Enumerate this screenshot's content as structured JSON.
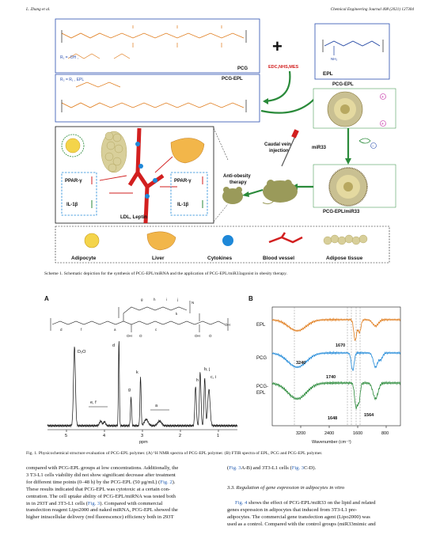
{
  "header": {
    "authors": "L. Zhang et al.",
    "journal": "Chemical Engineering Journal 408 (2021) 127304"
  },
  "scheme": {
    "pcg_label": "PCG",
    "epl_label": "EPL",
    "reagents": "EDC,NHS,MES",
    "pcg_epl_label": "PCG-EPL",
    "nanoparticle_top": "PCG-EPL",
    "mir_label": "miR33",
    "nanoparticle_bottom": "PCG-EPL/miR33",
    "injection": "Caudal vein\ninjection",
    "therapy": "Anti-obesity\ntherapy",
    "ppar_left": "PPAR-γ",
    "il_left": "IL-1β",
    "ppar_right": "PPAR-γ",
    "il_right": "IL-1β",
    "ldl": "LDL, Leptin",
    "legend": [
      "Adipocyte",
      "Liver",
      "Cytokines",
      "Blood vessel",
      "Adipose tissue"
    ],
    "caption": "Scheme 1.  Schematic depiction for the synthesis of PCG-EPL/miRNA and the application of PCG-EPL/miR33agonist in obesity therapy."
  },
  "figure1": {
    "panel_a": "A",
    "panel_b": "B",
    "nmr_peaks": {
      "d2o": "D₂O",
      "d": "d",
      "g": "g",
      "k": "k",
      "ef": "e, f",
      "a": "a",
      "h": "h",
      "bj": "b, j",
      "ci": "c, i"
    },
    "nmr_xticks": [
      "5",
      "4",
      "3",
      "2",
      "1"
    ],
    "nmr_xlabel": "ppm",
    "ftir_series": [
      "EPL",
      "PCG",
      "PCG-EPL"
    ],
    "ftir_annotations": [
      "3240",
      "1670",
      "1740",
      "1648",
      "1564"
    ],
    "ftir_xticks": [
      "3200",
      "2400",
      "1600",
      "800"
    ],
    "ftir_xlabel": "Wavenumber (cm⁻¹)",
    "caption": "Fig. 1.  Physicochemical structure evaluation of PCG-EPL polymer. (A) ¹H NMR spectra of PCG-EPL polymer. (B) FTIR spectra of EPL, PCG and PCG-EPL polymer."
  },
  "text": {
    "left_col": [
      "compared with PCG-EPL groups at low concentrations. Additionally, the",
      "3 T3-L1 cells viability did not show significant decrease after treatment",
      "for different time points (0–48 h) by the PCG-EPL (50 μg/mL) (",
      "These results indicated that PCG-EPL was cytotoxic at a certain con-",
      "centration. The cell uptake ability of PCG-EPL/miRNA was tested both",
      "in in 293T and 3T3-L1 cells (",
      "transfection reagent Lipo2000 and naked miRNA, PCG-EPL showed the",
      "higher intracellular delivery (red fluorescence) efficiency both in 293T"
    ],
    "fig2": "Fig. 2",
    "fig3": "Fig. 3",
    "line6_tail": "). Compared with commercial",
    "line3_tail": ").",
    "right_p1a": "(",
    "right_p1_link1": "Fig. 3",
    "right_p1b": "A-B) and 3T3-L1 cells (",
    "right_p1_link2": "Fig. 3",
    "right_p1c": "C-D).",
    "section": "3.3.  Regulation of gene expression in adipocytes in vitro",
    "right_p2_link": "Fig. 4",
    "right_p2": [
      " shows the effect of PCG-EPL/miR33 on the lipid and related",
      "genes expression in adipocytes that induced from 3T3-L1 pre-",
      "adipocytes. The commercial gene transfection agent (Lipo2000) was",
      "used as a control. Compared with the control groups (miR33mimic and"
    ]
  },
  "colors": {
    "orange": "#e07b1a",
    "blue": "#1e88d8",
    "green": "#2a8a3a",
    "red": "#d21f1f",
    "dblue": "#1a3fa0"
  }
}
